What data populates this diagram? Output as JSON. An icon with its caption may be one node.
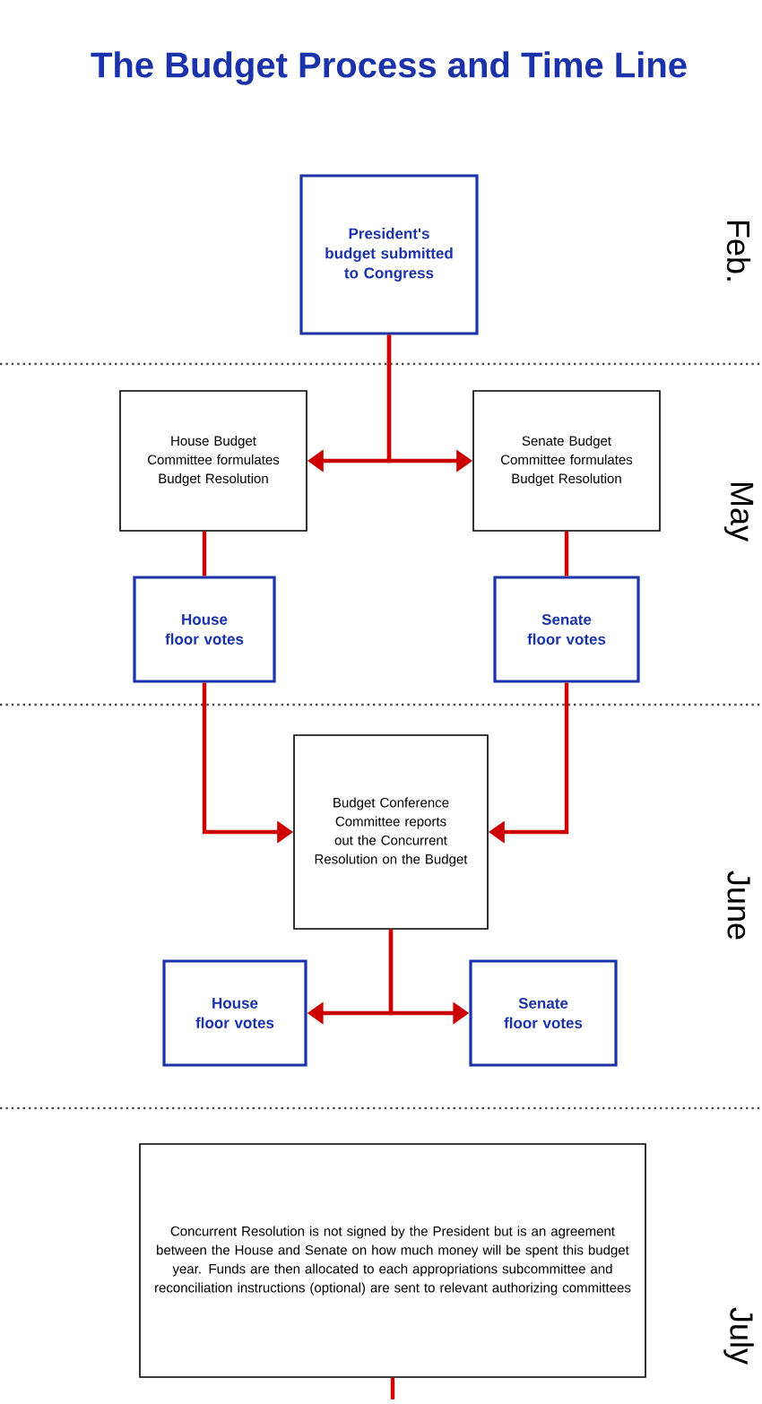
{
  "diagram": {
    "title": "The Budget Process and Time Line",
    "nodes": [
      {
        "text": [
          "President's budget submitted to Congress"
        ]
      },
      {
        "text": [
          "House Budget Committee formulates Budget Resolution"
        ]
      },
      {
        "text": [
          "Senate Budget Committee formulates Budget Resolution"
        ]
      },
      {
        "text": [
          "House floor votes"
        ]
      },
      {
        "text": [
          "Senate floor votes"
        ]
      },
      {
        "text": [
          "Budget Conference Committee reports out the Concurrent Resolution on the Budget"
        ]
      },
      {
        "text": [
          "House floor votes"
        ]
      },
      {
        "text": [
          "Senate floor votes"
        ]
      },
      {
        "text": [
          "Concurrent Resolution is not signed by the President but is an agreement between the House and Senate on how much money will be spent this budget year.  Funds are then allocated to each appropriations subcommittee and reconciliation instructions (optional) are sent to relevant authorizing committees"
        ]
      }
    ],
    "edges": [
      {
        "from": 0,
        "to": 1,
        "arrow": "to"
      },
      {
        "from": 0,
        "to": 2,
        "arrow": "to"
      },
      {
        "from": 1,
        "to": 3,
        "arrow": "none"
      },
      {
        "from": 2,
        "to": 4,
        "arrow": "none"
      },
      {
        "from": 3,
        "to": 5,
        "arrow": "to"
      },
      {
        "from": 4,
        "to": 5,
        "arrow": "to"
      },
      {
        "from": 5,
        "to": 6,
        "arrow": "to"
      },
      {
        "from": 5,
        "to": 7,
        "arrow": "to"
      },
      {
        "from": 8,
        "to": null,
        "arrow": "none"
      }
    ],
    "labels": [
      "Feb.",
      "May",
      "June",
      "July"
    ]
  }
}
